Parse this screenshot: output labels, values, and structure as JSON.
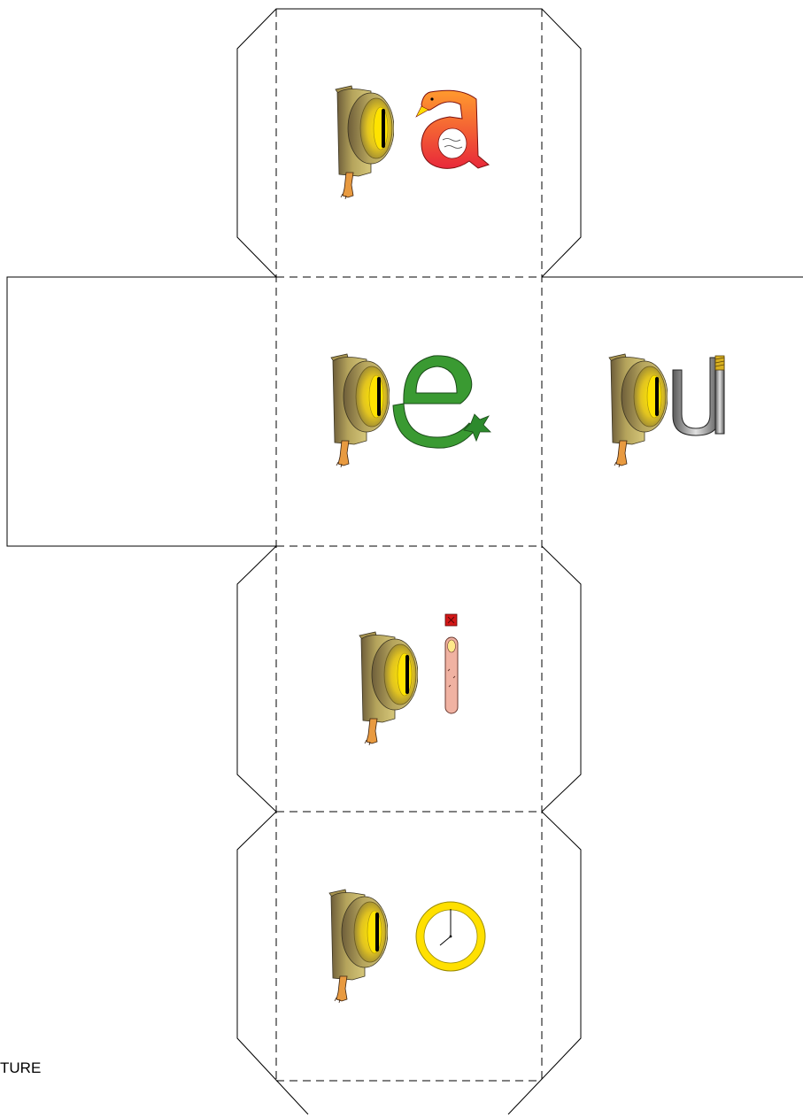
{
  "faces": [
    {
      "id": "top",
      "syllable": "pa",
      "vowel": "a",
      "vowel_icon": "swan-icon",
      "vowel_color": "#ee3322"
    },
    {
      "id": "center",
      "syllable": "pe",
      "vowel": "e",
      "vowel_icon": "plant-icon",
      "vowel_color": "#2d8a2d"
    },
    {
      "id": "right",
      "syllable": "pu",
      "vowel": "u",
      "vowel_icon": "screw-icon",
      "vowel_color": "#7a7a7a"
    },
    {
      "id": "lower",
      "syllable": "pi",
      "vowel": "i",
      "vowel_icon": "finger-icon",
      "vowel_color": "#e8a89a"
    },
    {
      "id": "bottom",
      "syllable": "po",
      "vowel": "o",
      "vowel_icon": "clock-icon",
      "vowel_color": "#ffdd00"
    },
    {
      "id": "left",
      "syllable": "",
      "vowel": "",
      "vowel_icon": "",
      "vowel_color": ""
    }
  ],
  "consonant": {
    "letter": "p",
    "icon": "pot-icon",
    "color": "#b8a048"
  },
  "footer_text": "TURE"
}
